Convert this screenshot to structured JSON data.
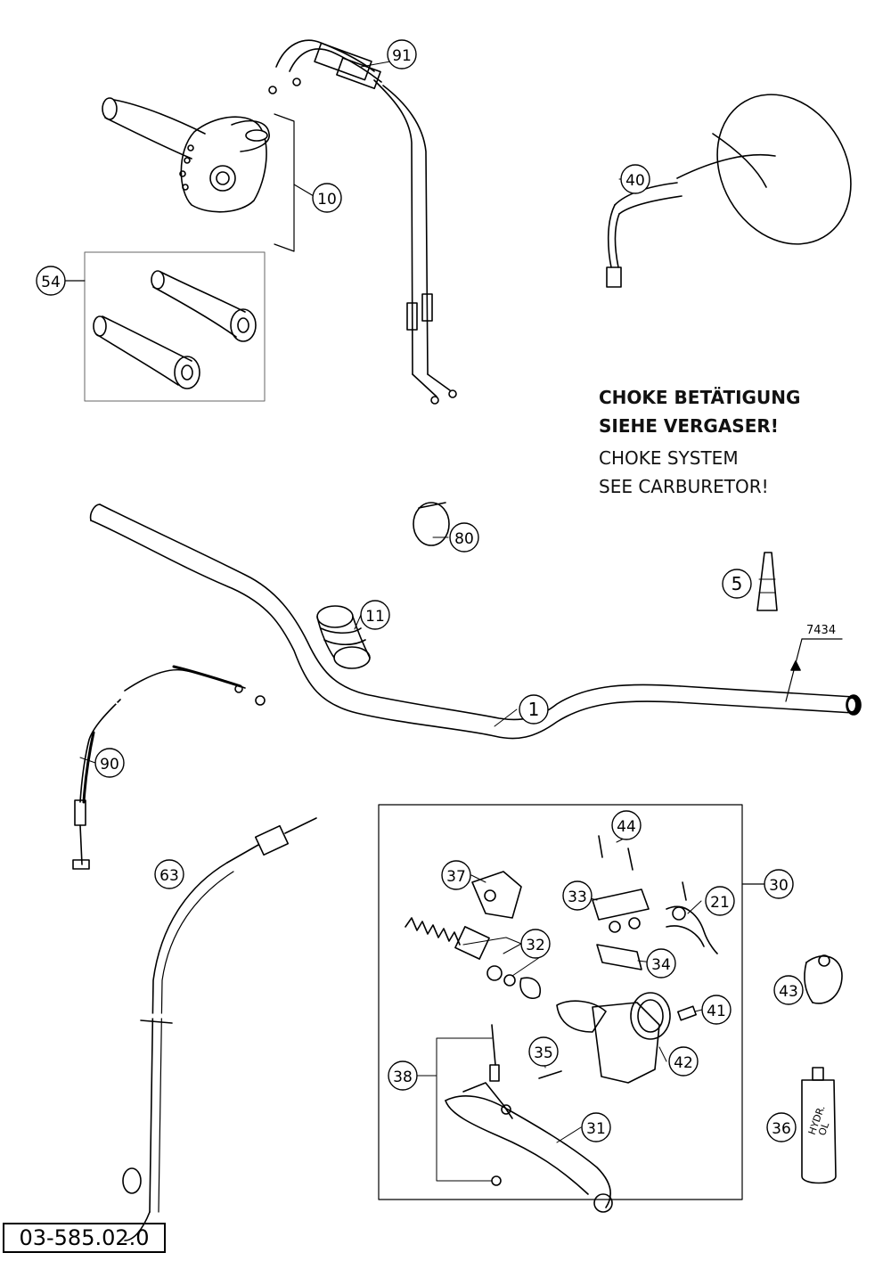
{
  "diagram": {
    "note_de_line1": "CHOKE BETÄTIGUNG",
    "note_de_line2": "SIEHE VERGASER!",
    "note_en_line1": "CHOKE SYSTEM",
    "note_en_line2": "SEE CARBURETOR!",
    "document_code": "03-585.02.0",
    "part_ref": "7434",
    "callouts": [
      {
        "id": "1",
        "label": "1",
        "name": "handlebar"
      },
      {
        "id": "5",
        "label": "5",
        "name": "loctite-tube"
      },
      {
        "id": "10",
        "label": "10",
        "name": "throttle-grip-assembly"
      },
      {
        "id": "11",
        "label": "11",
        "name": "rubber-sleeve"
      },
      {
        "id": "21",
        "label": "21",
        "name": "lever-pivot"
      },
      {
        "id": "30",
        "label": "30",
        "name": "brake-master-cylinder-assembly"
      },
      {
        "id": "31",
        "label": "31",
        "name": "brake-lever"
      },
      {
        "id": "32",
        "label": "32",
        "name": "piston-kit"
      },
      {
        "id": "33",
        "label": "33",
        "name": "reservoir-cover"
      },
      {
        "id": "34",
        "label": "34",
        "name": "diaphragm"
      },
      {
        "id": "35",
        "label": "35",
        "name": "adjuster-screw"
      },
      {
        "id": "36",
        "label": "36",
        "name": "hydraulic-oil"
      },
      {
        "id": "37",
        "label": "37",
        "name": "lever-clamp"
      },
      {
        "id": "38",
        "label": "38",
        "name": "lever-pin-set"
      },
      {
        "id": "40",
        "label": "40",
        "name": "mirror"
      },
      {
        "id": "41",
        "label": "41",
        "name": "clamp-screw"
      },
      {
        "id": "42",
        "label": "42",
        "name": "master-cylinder-body"
      },
      {
        "id": "43",
        "label": "43",
        "name": "mirror-clamp"
      },
      {
        "id": "44",
        "label": "44",
        "name": "cover-screws"
      },
      {
        "id": "54",
        "label": "54",
        "name": "grip-set"
      },
      {
        "id": "63",
        "label": "63",
        "name": "brake-line"
      },
      {
        "id": "80",
        "label": "80",
        "name": "cable-tie"
      },
      {
        "id": "90",
        "label": "90",
        "name": "clutch-cable"
      },
      {
        "id": "91",
        "label": "91",
        "name": "throttle-cables"
      }
    ]
  }
}
